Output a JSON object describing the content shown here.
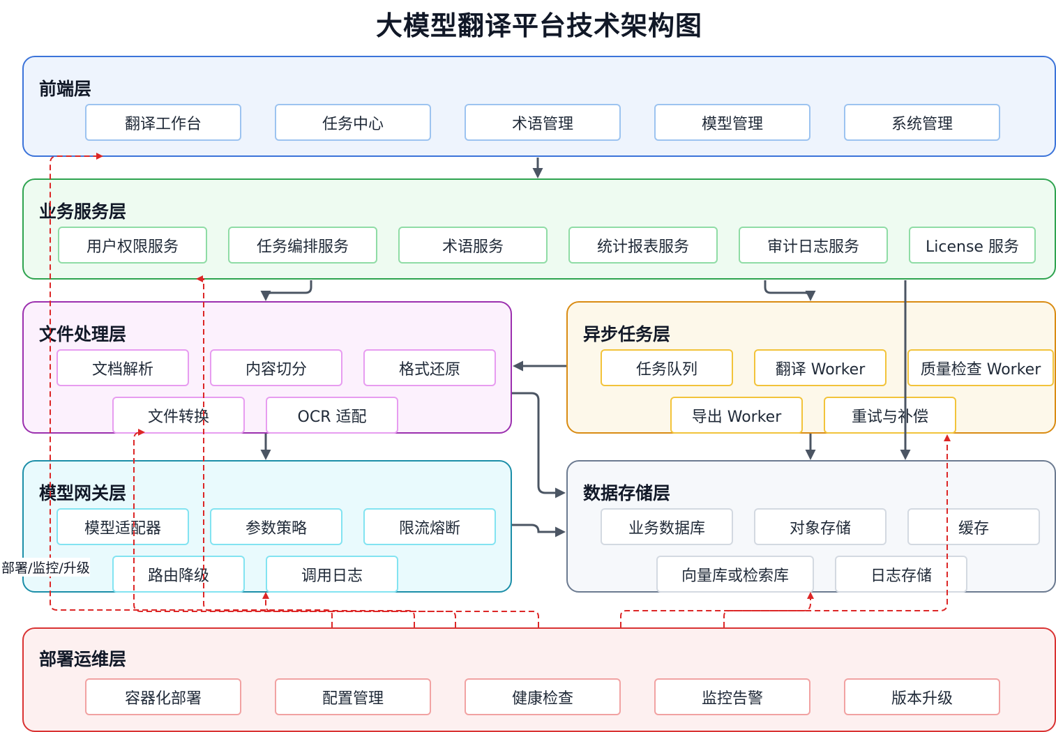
{
  "title": "大模型翻译平台技术架构图",
  "colors": {
    "solid_arrow": "#4b5563",
    "dashed_arrow": "#dc2626"
  },
  "layers": {
    "frontend": {
      "title": "前端层",
      "items": [
        "翻译工作台",
        "任务中心",
        "术语管理",
        "模型管理",
        "系统管理"
      ]
    },
    "business": {
      "title": "业务服务层",
      "items": [
        "用户权限服务",
        "任务编排服务",
        "术语服务",
        "统计报表服务",
        "审计日志服务",
        "License 服务"
      ]
    },
    "file": {
      "title": "文件处理层",
      "items": [
        "文档解析",
        "内容切分",
        "格式还原",
        "文件转换",
        "OCR 适配"
      ]
    },
    "async": {
      "title": "异步任务层",
      "items": [
        "任务队列",
        "翻译 Worker",
        "质量检查 Worker",
        "导出 Worker",
        "重试与补偿"
      ]
    },
    "gateway": {
      "title": "模型网关层",
      "items": [
        "模型适配器",
        "参数策略",
        "限流熔断",
        "路由降级",
        "调用日志"
      ]
    },
    "storage": {
      "title": "数据存储层",
      "items": [
        "业务数据库",
        "对象存储",
        "缓存",
        "向量库或检索库",
        "日志存储"
      ]
    },
    "ops": {
      "title": "部署运维层",
      "items": [
        "容器化部署",
        "配置管理",
        "健康检查",
        "监控告警",
        "版本升级"
      ]
    }
  },
  "ops_edge_label": "部署/监控/升级"
}
